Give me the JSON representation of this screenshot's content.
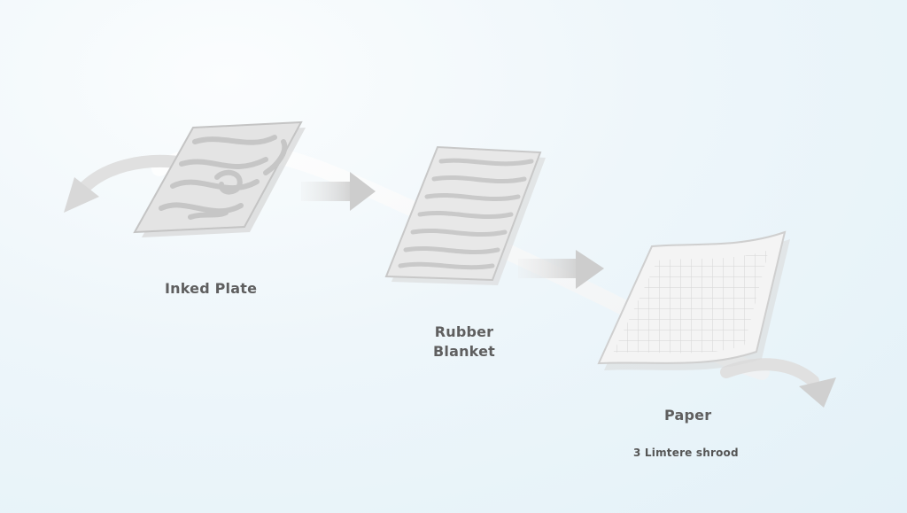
{
  "diagram": {
    "stages": [
      {
        "name": "inked-plate",
        "label": "Inked Plate"
      },
      {
        "name": "rubber-blanket",
        "label_line1": "Rubber",
        "label_line2": "Blanket"
      },
      {
        "name": "paper",
        "label": "Paper"
      }
    ],
    "caption": "3 Limtere shrood"
  },
  "colors": {
    "background": "#e8f4fa",
    "stage_fill": "#e6e6e6",
    "stage_stroke": "#bdbdbd",
    "pattern": "#c9c9c9",
    "arrow": "#d4d4d4",
    "flow_ribbon": "#ffffff",
    "label_text": "#5f5f5f"
  }
}
